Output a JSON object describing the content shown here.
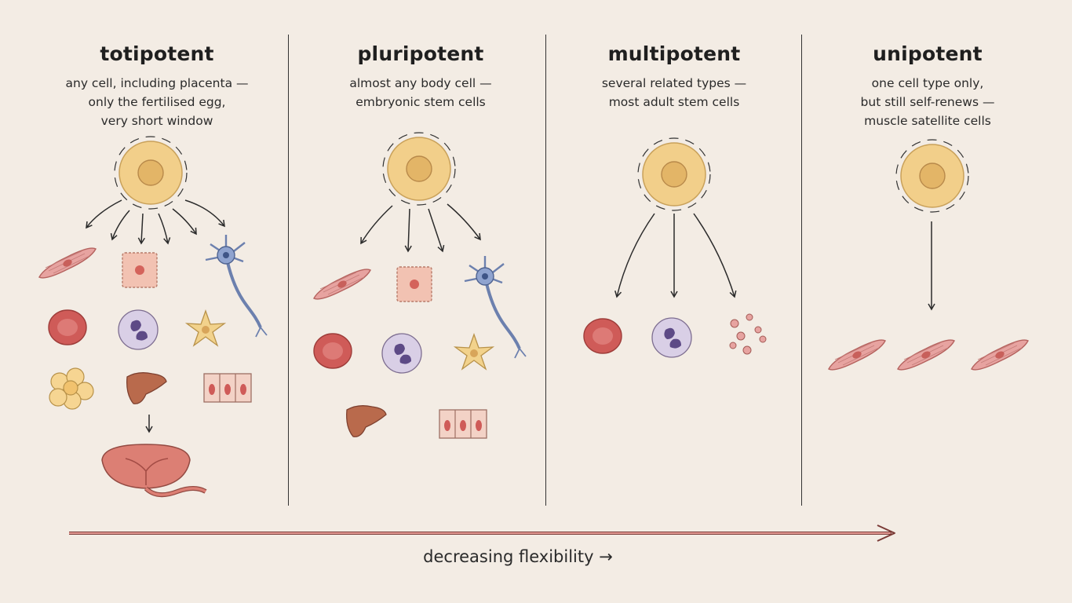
{
  "columns": [
    {
      "id": "totipotent",
      "title": "totipotent",
      "description": [
        "any cell, including placenta —",
        "only the fertilised egg,",
        "very short window"
      ]
    },
    {
      "id": "pluripotent",
      "title": "pluripotent",
      "description": [
        "almost any body cell —",
        "embryonic stem cells"
      ]
    },
    {
      "id": "multipotent",
      "title": "multipotent",
      "description": [
        "several related types —",
        "most adult stem cells"
      ]
    },
    {
      "id": "unipotent",
      "title": "unipotent",
      "description": [
        "one cell type only,",
        "but still self-renews —",
        "muscle satellite cells"
      ]
    }
  ],
  "axis": {
    "label": "decreasing flexibility →"
  },
  "colors": {
    "background": "#f3ece4",
    "stem_cell": "#f2cf8a",
    "muscle": "#e7a3a0",
    "neuron": "#8fa3cf",
    "red_blood_cell": "#cf5b58",
    "white_blood_cell": "#d9cfe6",
    "arrow_accent": "#d97b75"
  }
}
